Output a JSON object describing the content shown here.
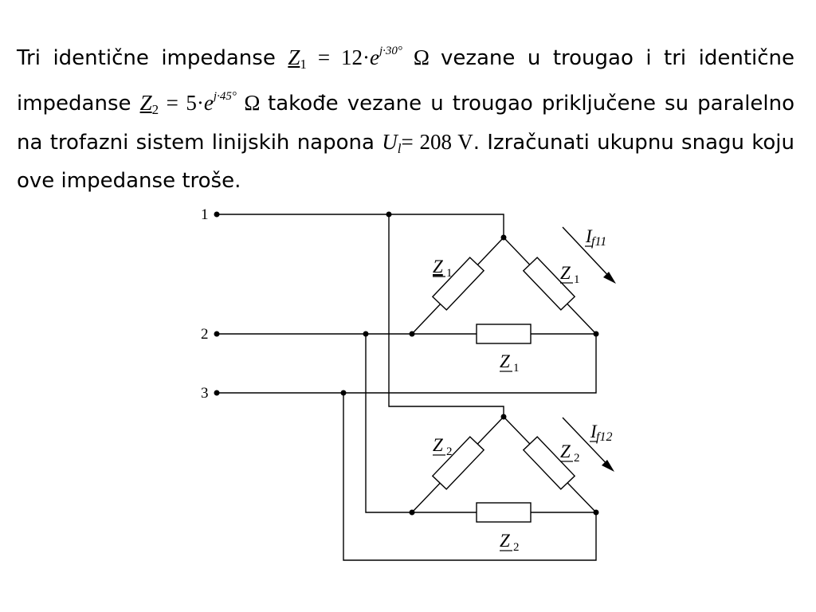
{
  "problem": {
    "part1": "Tri identične impedanse",
    "z1": {
      "sym": "Z",
      "sub": "1",
      "eq": " = 12·",
      "e": "e",
      "exp": "j·30°",
      "unit": "Ω"
    },
    "part2": "vezane u trougao i tri identične impedanse",
    "z2": {
      "sym": "Z",
      "sub": "2",
      "eq": " = 5·",
      "e": "e",
      "exp": "j·45°",
      "unit": "Ω"
    },
    "part3": "takođe vezane u trougao priključene su paralelno na trofazni sistem linijskih napona",
    "ul": {
      "sym": "U",
      "sub": "l",
      "eq": "= 208 V"
    },
    "part4": ". Izračunati ukupnu snagu koju ove impedanse troše."
  },
  "circuit": {
    "terminals": [
      "1",
      "2",
      "3"
    ],
    "impedance_sym": "Z",
    "z1_sub": "1",
    "z2_sub": "2",
    "current_sym": "I",
    "current1_sub": "f11",
    "current2_sub": "f12"
  }
}
